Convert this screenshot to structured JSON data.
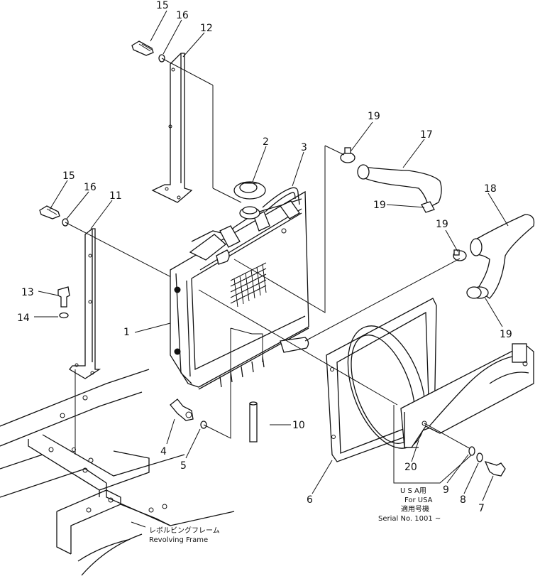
{
  "callouts": [
    {
      "id": "c1",
      "text": "1"
    },
    {
      "id": "c2",
      "text": "2"
    },
    {
      "id": "c3",
      "text": "3"
    },
    {
      "id": "c4",
      "text": "4"
    },
    {
      "id": "c5",
      "text": "5"
    },
    {
      "id": "c6",
      "text": "6"
    },
    {
      "id": "c7",
      "text": "7"
    },
    {
      "id": "c8",
      "text": "8"
    },
    {
      "id": "c9",
      "text": "9"
    },
    {
      "id": "c10",
      "text": "10"
    },
    {
      "id": "c11",
      "text": "11"
    },
    {
      "id": "c12",
      "text": "12"
    },
    {
      "id": "c13",
      "text": "13"
    },
    {
      "id": "c14",
      "text": "14"
    },
    {
      "id": "c15a",
      "text": "15"
    },
    {
      "id": "c15b",
      "text": "15"
    },
    {
      "id": "c16a",
      "text": "16"
    },
    {
      "id": "c16b",
      "text": "16"
    },
    {
      "id": "c17",
      "text": "17"
    },
    {
      "id": "c18",
      "text": "18"
    },
    {
      "id": "c19a",
      "text": "19"
    },
    {
      "id": "c19b",
      "text": "19"
    },
    {
      "id": "c19c",
      "text": "19"
    },
    {
      "id": "c19d",
      "text": "19"
    },
    {
      "id": "c20",
      "text": "20"
    }
  ],
  "usa_note": {
    "line1": "U S A用",
    "line2": "For USA",
    "line3": "適用号機",
    "line4": "Serial No. 1001 ~"
  },
  "frame_note": {
    "line1": "レボルビングフレーム",
    "line2": "Revolving  Frame"
  }
}
